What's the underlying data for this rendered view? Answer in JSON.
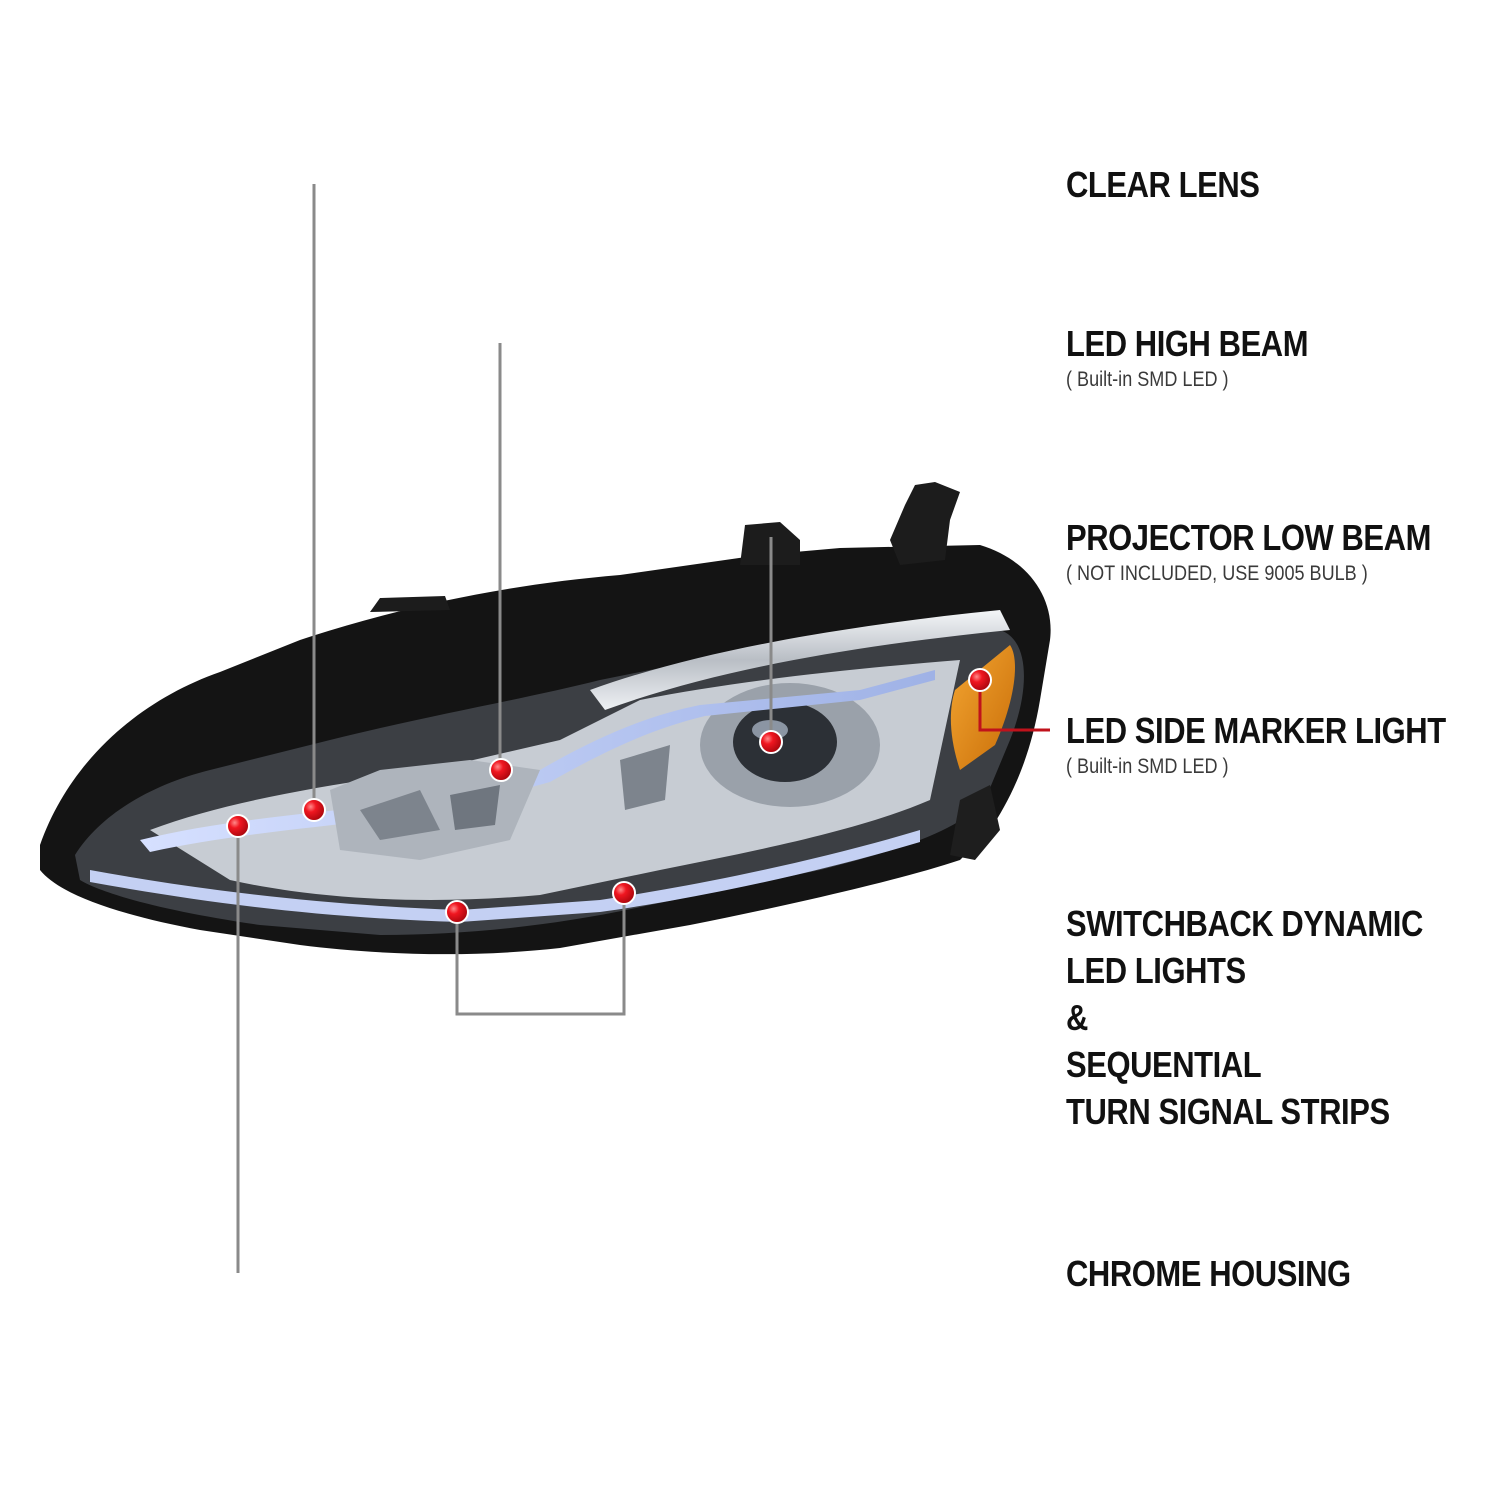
{
  "callouts": {
    "clear_lens": {
      "title": "CLEAR LENS"
    },
    "led_high_beam": {
      "title": "LED HIGH BEAM",
      "subtitle": "( Built-in SMD LED )"
    },
    "projector_low_beam": {
      "title": "PROJECTOR LOW BEAM",
      "subtitle": "( NOT INCLUDED, USE  9005  BULB )"
    },
    "led_side_marker": {
      "title": "LED SIDE MARKER LIGHT",
      "subtitle": "( Built-in SMD LED )"
    },
    "switchback": {
      "line1": "SWITCHBACK DYNAMIC",
      "line2": "LED LIGHTS",
      "line3": "&",
      "line4": "SEQUENTIAL",
      "line5": "TURN SIGNAL STRIPS"
    },
    "chrome_housing": {
      "title": "CHROME HOUSING"
    }
  },
  "colors": {
    "leader_gray": "#8a8a8a",
    "leader_red": "#c0121b",
    "marker_dot": "#e0101a",
    "housing_black": "#141414",
    "chrome": "#d9dde2",
    "amber": "#e08a16"
  }
}
